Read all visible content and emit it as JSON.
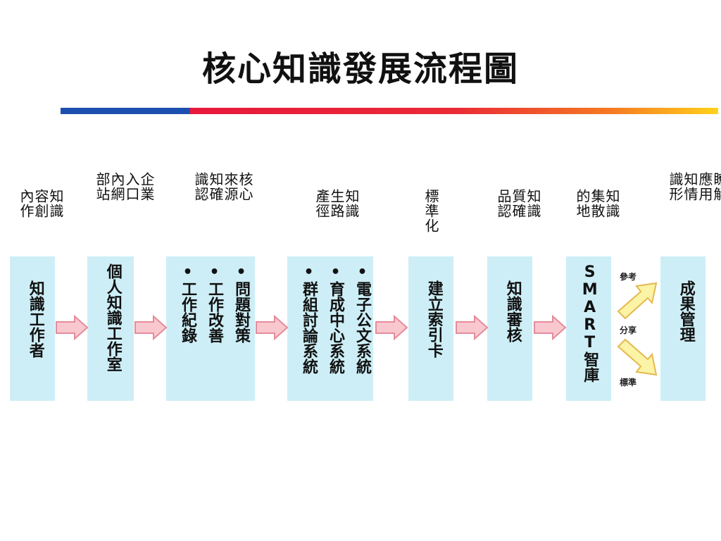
{
  "title": "核心知識發展流程圖",
  "stages": [
    {
      "label": "知識\n容創\n內作",
      "box": "知識工作者"
    },
    {
      "label": "企業\n入口\n內網\n部站",
      "box": "個人知識工作室"
    },
    {
      "label": "核心\n來源\n知確\n識認",
      "bullets": [
        "問題對策",
        "工作改善",
        "工作紀錄"
      ]
    },
    {
      "label": "知識\n生路\n產徑",
      "bullets": [
        "電子公文系統",
        "育成中心系統",
        "群組討論系統"
      ]
    },
    {
      "label": "標準化",
      "box": "建立索引卡"
    },
    {
      "label": "知識\n質確\n品認",
      "box": "知識審核"
    },
    {
      "label": "知識\n集散\n的地",
      "box": "SMART智庫"
    },
    {
      "label": "瞭解\n應用\n知情\n識形",
      "box": "成果管理"
    }
  ],
  "flow_labels": {
    "reference": "參考",
    "share": "分享",
    "standard": "標準"
  },
  "colors": {
    "box_fill": "#cdeef6",
    "arrow_fill": "#f9c8cf",
    "arrow_stroke": "#e58b9a",
    "yellow_arrow_fill": "#fbf3a6",
    "yellow_arrow_stroke": "#e5b94f"
  }
}
